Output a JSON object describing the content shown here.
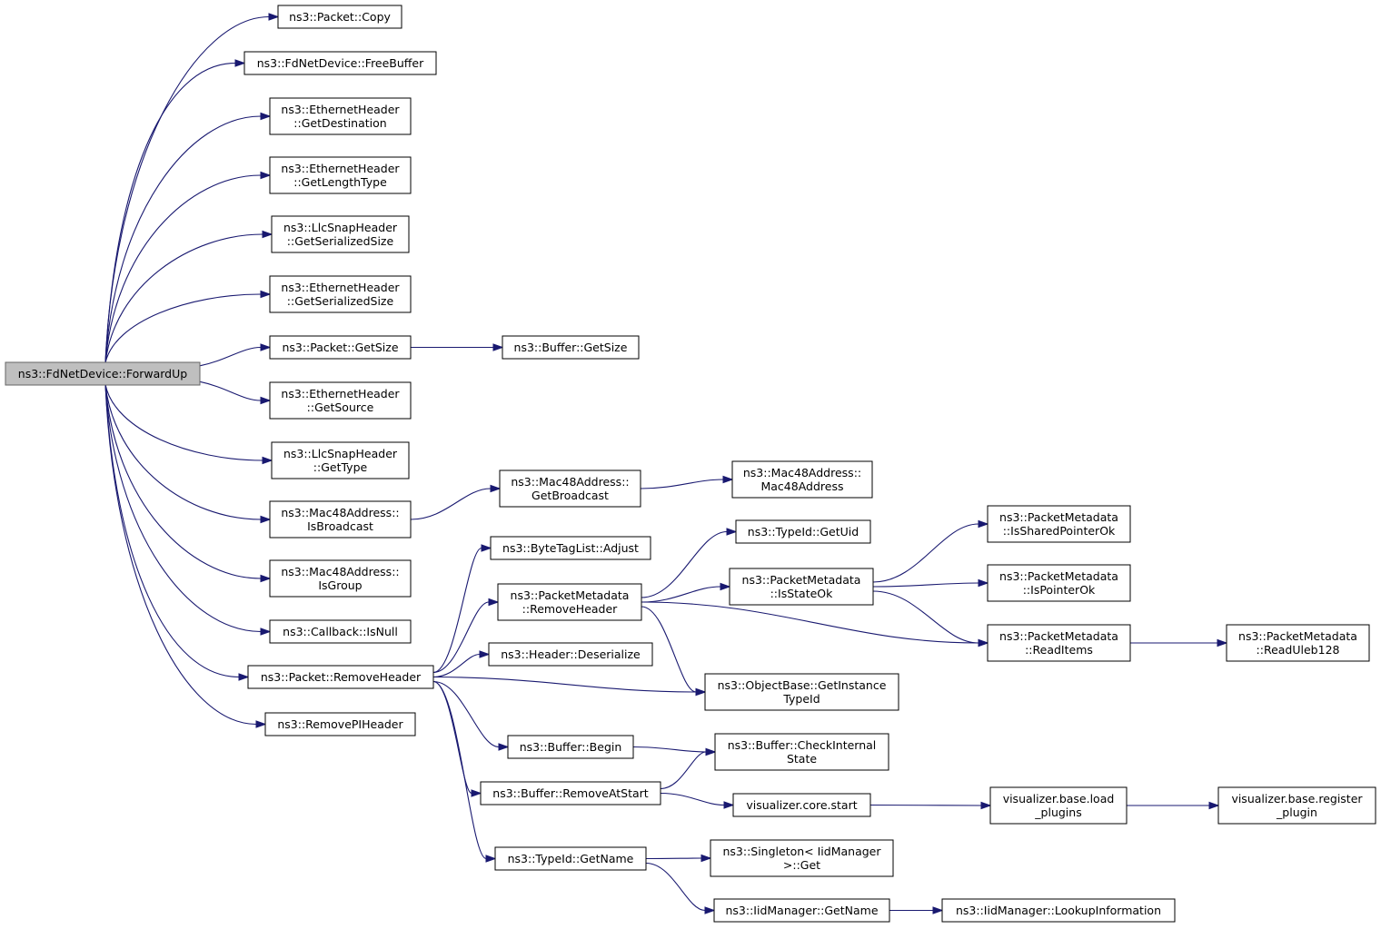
{
  "colors": {
    "edge": "#191970",
    "node_border": "#000000",
    "root_fill": "#bfbfbf",
    "node_fill": "#ffffff"
  },
  "nodes": [
    {
      "id": "fwd",
      "lines": [
        "ns3::FdNetDevice::ForwardUp"
      ],
      "root": true
    },
    {
      "id": "copy",
      "lines": [
        "ns3::Packet::Copy"
      ]
    },
    {
      "id": "free",
      "lines": [
        "ns3::FdNetDevice::FreeBuffer"
      ]
    },
    {
      "id": "ehdest",
      "lines": [
        "ns3::EthernetHeader",
        "::GetDestination"
      ]
    },
    {
      "id": "ehlen",
      "lines": [
        "ns3::EthernetHeader",
        "::GetLengthType"
      ]
    },
    {
      "id": "llcsize",
      "lines": [
        "ns3::LlcSnapHeader",
        "::GetSerializedSize"
      ]
    },
    {
      "id": "ehsize",
      "lines": [
        "ns3::EthernetHeader",
        "::GetSerializedSize"
      ]
    },
    {
      "id": "pktsize",
      "lines": [
        "ns3::Packet::GetSize"
      ]
    },
    {
      "id": "bufsize",
      "lines": [
        "ns3::Buffer::GetSize"
      ]
    },
    {
      "id": "ehsrc",
      "lines": [
        "ns3::EthernetHeader",
        "::GetSource"
      ]
    },
    {
      "id": "llctype",
      "lines": [
        "ns3::LlcSnapHeader",
        "::GetType"
      ]
    },
    {
      "id": "isbcast",
      "lines": [
        "ns3::Mac48Address::",
        "IsBroadcast"
      ]
    },
    {
      "id": "getbcast",
      "lines": [
        "ns3::Mac48Address::",
        "GetBroadcast"
      ]
    },
    {
      "id": "mac48",
      "lines": [
        "ns3::Mac48Address::",
        "Mac48Address"
      ]
    },
    {
      "id": "isgroup",
      "lines": [
        "ns3::Mac48Address::",
        "IsGroup"
      ]
    },
    {
      "id": "isnull",
      "lines": [
        "ns3::Callback::IsNull"
      ]
    },
    {
      "id": "rmhdr",
      "lines": [
        "ns3::Packet::RemoveHeader"
      ]
    },
    {
      "id": "rmpi",
      "lines": [
        "ns3::RemovePIHeader"
      ]
    },
    {
      "id": "adjust",
      "lines": [
        "ns3::ByteTagList::Adjust"
      ]
    },
    {
      "id": "pmrm",
      "lines": [
        "ns3::PacketMetadata",
        "::RemoveHeader"
      ]
    },
    {
      "id": "deser",
      "lines": [
        "ns3::Header::Deserialize"
      ]
    },
    {
      "id": "getuid",
      "lines": [
        "ns3::TypeId::GetUid"
      ]
    },
    {
      "id": "stateok",
      "lines": [
        "ns3::PacketMetadata",
        "::IsStateOk"
      ]
    },
    {
      "id": "shptr",
      "lines": [
        "ns3::PacketMetadata",
        "::IsSharedPointerOk"
      ]
    },
    {
      "id": "ptrok",
      "lines": [
        "ns3::PacketMetadata",
        "::IsPointerOk"
      ]
    },
    {
      "id": "readitems",
      "lines": [
        "ns3::PacketMetadata",
        "::ReadItems"
      ]
    },
    {
      "id": "uleb",
      "lines": [
        "ns3::PacketMetadata",
        "::ReadUleb128"
      ]
    },
    {
      "id": "gettid",
      "lines": [
        "ns3::ObjectBase::GetInstance",
        "TypeId"
      ]
    },
    {
      "id": "begin",
      "lines": [
        "ns3::Buffer::Begin"
      ]
    },
    {
      "id": "checkint",
      "lines": [
        "ns3::Buffer::CheckInternal",
        "State"
      ]
    },
    {
      "id": "rmstart",
      "lines": [
        "ns3::Buffer::RemoveAtStart"
      ]
    },
    {
      "id": "vstart",
      "lines": [
        "visualizer.core.start"
      ]
    },
    {
      "id": "vload",
      "lines": [
        "visualizer.base.load",
        "_plugins"
      ]
    },
    {
      "id": "vreg",
      "lines": [
        "visualizer.base.register",
        "_plugin"
      ]
    },
    {
      "id": "tidname",
      "lines": [
        "ns3::TypeId::GetName"
      ]
    },
    {
      "id": "singleton",
      "lines": [
        "ns3::Singleton< IidManager",
        " >::Get"
      ]
    },
    {
      "id": "iidname",
      "lines": [
        "ns3::IidManager::GetName"
      ]
    },
    {
      "id": "lookup",
      "lines": [
        "ns3::IidManager::LookupInformation"
      ]
    }
  ],
  "edges": [
    [
      "fwd",
      "copy"
    ],
    [
      "fwd",
      "free"
    ],
    [
      "fwd",
      "ehdest"
    ],
    [
      "fwd",
      "ehlen"
    ],
    [
      "fwd",
      "llcsize"
    ],
    [
      "fwd",
      "ehsize"
    ],
    [
      "fwd",
      "pktsize"
    ],
    [
      "fwd",
      "ehsrc"
    ],
    [
      "fwd",
      "llctype"
    ],
    [
      "fwd",
      "isbcast"
    ],
    [
      "fwd",
      "isgroup"
    ],
    [
      "fwd",
      "isnull"
    ],
    [
      "fwd",
      "rmhdr"
    ],
    [
      "fwd",
      "rmpi"
    ],
    [
      "pktsize",
      "bufsize"
    ],
    [
      "isbcast",
      "getbcast"
    ],
    [
      "getbcast",
      "mac48"
    ],
    [
      "rmhdr",
      "adjust"
    ],
    [
      "rmhdr",
      "pmrm"
    ],
    [
      "rmhdr",
      "deser"
    ],
    [
      "rmhdr",
      "gettid"
    ],
    [
      "rmhdr",
      "begin"
    ],
    [
      "rmhdr",
      "rmstart"
    ],
    [
      "rmhdr",
      "tidname"
    ],
    [
      "pmrm",
      "getuid"
    ],
    [
      "pmrm",
      "stateok"
    ],
    [
      "pmrm",
      "readitems"
    ],
    [
      "pmrm",
      "gettid"
    ],
    [
      "stateok",
      "shptr"
    ],
    [
      "stateok",
      "ptrok"
    ],
    [
      "stateok",
      "readitems"
    ],
    [
      "readitems",
      "uleb"
    ],
    [
      "begin",
      "checkint"
    ],
    [
      "rmstart",
      "checkint"
    ],
    [
      "rmstart",
      "vstart"
    ],
    [
      "vstart",
      "vload"
    ],
    [
      "vload",
      "vreg"
    ],
    [
      "tidname",
      "singleton"
    ],
    [
      "tidname",
      "iidname"
    ],
    [
      "iidname",
      "lookup"
    ]
  ]
}
